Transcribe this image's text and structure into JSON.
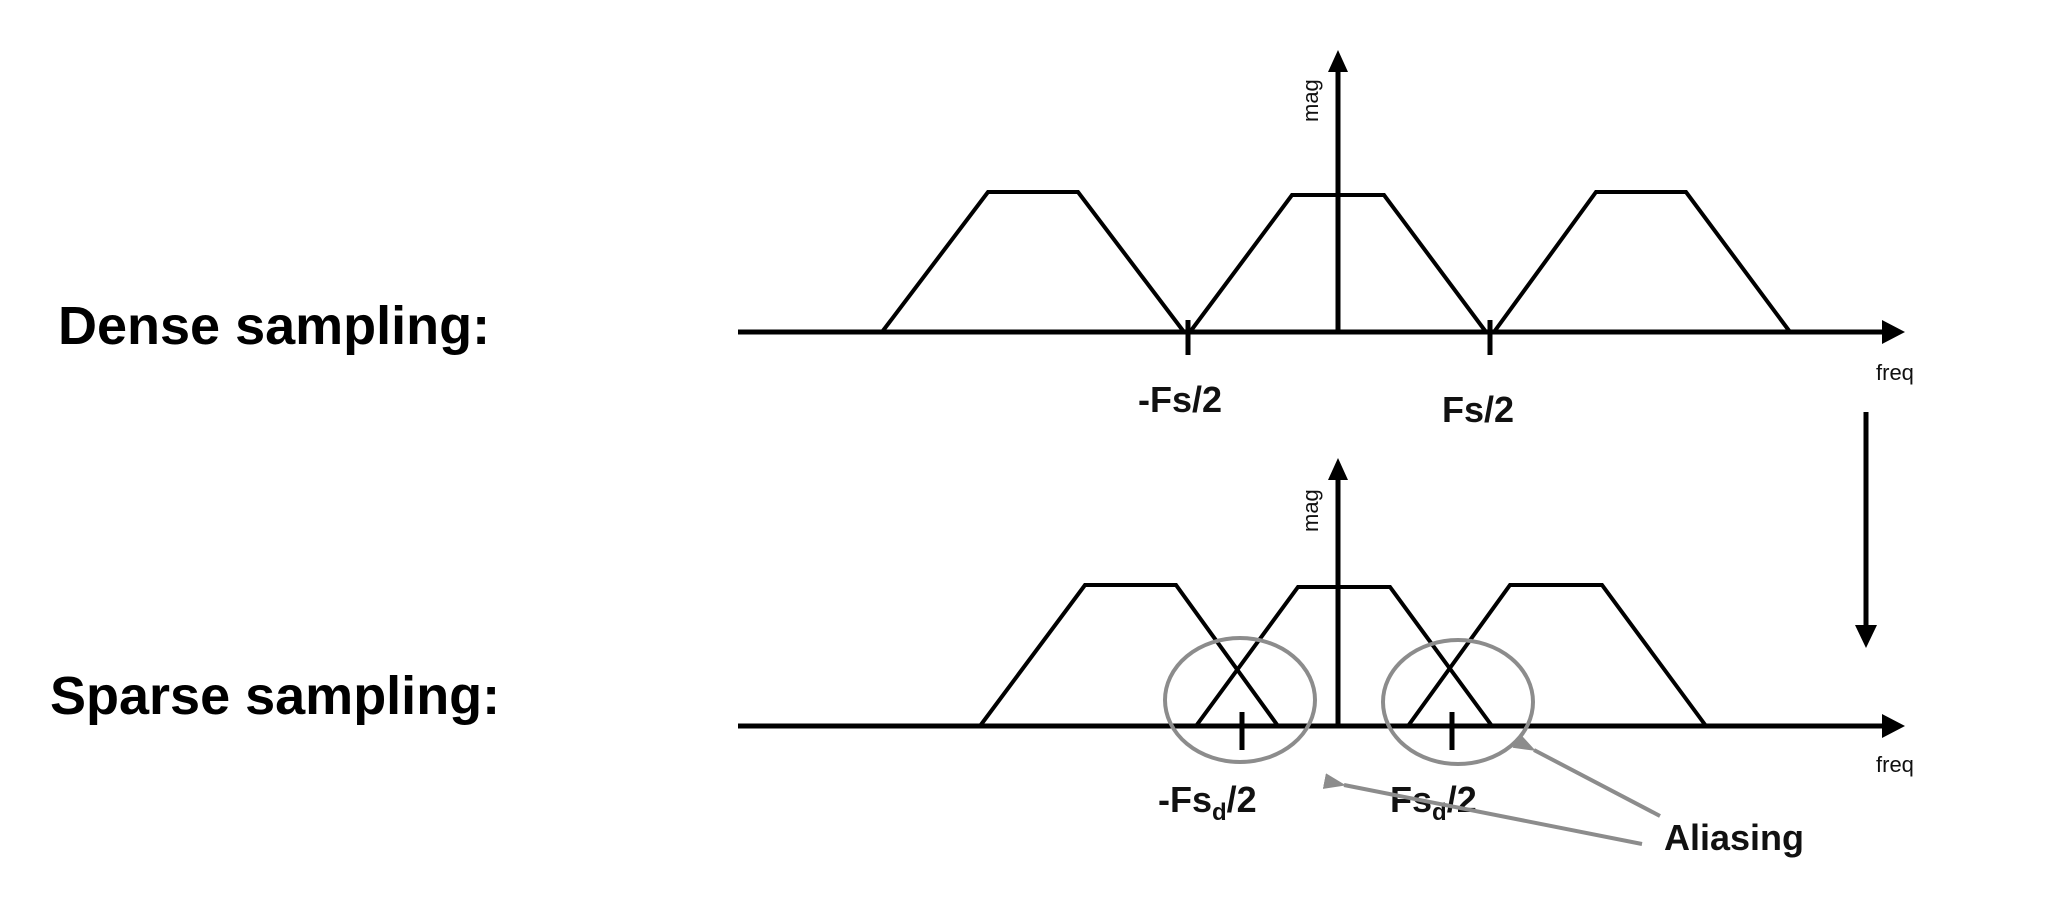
{
  "labels": {
    "dense": "Dense sampling:",
    "sparse": "Sparse sampling:"
  },
  "axes": {
    "y_label": "mag",
    "x_label": "freq"
  },
  "dense": {
    "neg_label": "-Fs/2",
    "pos_label": "Fs/2"
  },
  "sparse": {
    "neg_prefix": "-Fs",
    "subscript": "d",
    "suffix": "/2",
    "pos_prefix": "Fs"
  },
  "aliasing_label": "Aliasing",
  "colors": {
    "line": "#000000",
    "annotation": "#8c8c8c"
  }
}
